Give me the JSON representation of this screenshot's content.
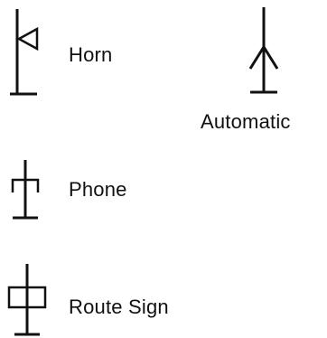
{
  "legend": {
    "items": [
      {
        "id": "horn",
        "label": "Horn",
        "icon": "horn-signal-icon"
      },
      {
        "id": "automatic",
        "label": "Automatic",
        "icon": "automatic-signal-icon"
      },
      {
        "id": "phone",
        "label": "Phone",
        "icon": "phone-signal-icon"
      },
      {
        "id": "route_sign",
        "label": "Route Sign",
        "icon": "route-sign-signal-icon"
      }
    ]
  },
  "colors": {
    "ink": "#111111",
    "background": "#ffffff"
  }
}
